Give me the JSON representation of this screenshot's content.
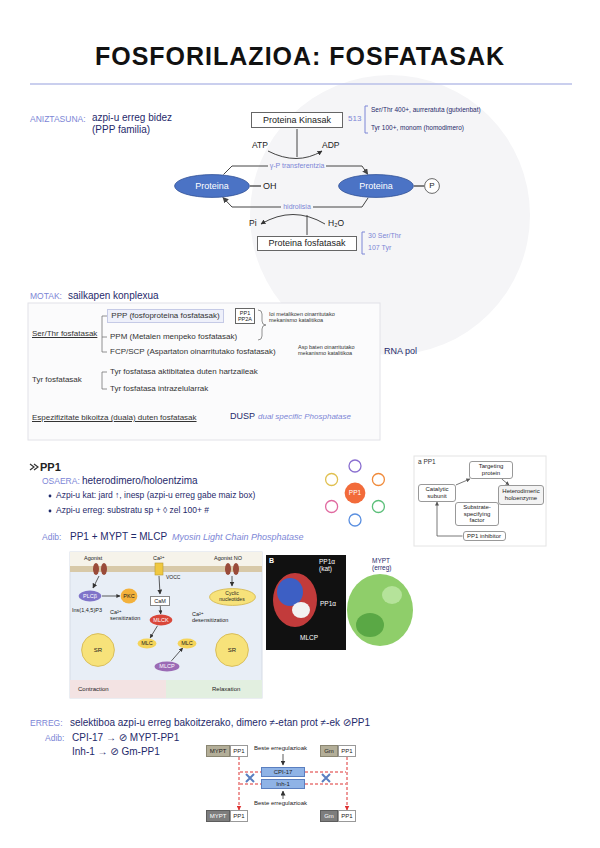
{
  "diagram": {
    "title": "FOSFORILAZIOA: FOSFATASAK",
    "nodes": [
      {
        "text": [
          "Proteina Kinasak"
        ]
      },
      {
        "text": [
          "Proteina"
        ]
      },
      {
        "text": [
          "Proteina"
        ]
      },
      {
        "text": [
          "P"
        ]
      },
      {
        "text": [
          "Proteina fosfatasak"
        ]
      },
      {
        "text": [
          "PPP (fosfoproteina fosfatasak)"
        ]
      },
      {
        "text": [
          "PP1 PP2A"
        ]
      },
      {
        "text": [
          "PP1"
        ]
      },
      {
        "text": [
          "Targeting protein"
        ]
      },
      {
        "text": [
          "Heterodimeric holoenzyme"
        ]
      },
      {
        "text": [
          "Catalytic subunit"
        ]
      },
      {
        "text": [
          "Substrate-specifying factor"
        ]
      },
      {
        "text": [
          "PP1 inhibitor"
        ]
      },
      {
        "text": [
          "PLCβ"
        ]
      },
      {
        "text": [
          "PKC"
        ]
      },
      {
        "text": [
          "CaM"
        ]
      },
      {
        "text": [
          "MLCK"
        ]
      },
      {
        "text": [
          "SR"
        ]
      },
      {
        "text": [
          "MLC"
        ]
      },
      {
        "text": [
          "MLC"
        ]
      },
      {
        "text": [
          "MLCP"
        ]
      },
      {
        "text": [
          "Cyclic nucleotides"
        ]
      },
      {
        "text": [
          "SR"
        ]
      },
      {
        "text": [
          "MYPT"
        ]
      },
      {
        "text": [
          "PP1"
        ]
      },
      {
        "text": [
          "Gm"
        ]
      },
      {
        "text": [
          "PP1"
        ]
      },
      {
        "text": [
          "CPI-17"
        ]
      },
      {
        "text": [
          "Inh-1"
        ]
      },
      {
        "text": [
          "MYPT"
        ]
      },
      {
        "text": [
          "PP1"
        ]
      },
      {
        "text": [
          "Gm"
        ]
      },
      {
        "text": [
          "PP1"
        ]
      }
    ],
    "edges": [
      {
        "from": 1,
        "to": 2,
        "arrow": "to",
        "label": "γ-P transferentzia"
      },
      {
        "from": 2,
        "to": 1,
        "arrow": "to",
        "label": "hidrolisia"
      },
      {
        "from": 2,
        "to": 3,
        "arrow": "none"
      },
      {
        "from": 10,
        "to": 8,
        "arrow": "to"
      },
      {
        "from": 8,
        "to": 9,
        "arrow": "to"
      },
      {
        "from": 9,
        "to": 11,
        "arrow": "to"
      },
      {
        "from": 12,
        "to": 10,
        "arrow": "to"
      },
      {
        "from": 13,
        "to": 14,
        "arrow": "to"
      },
      {
        "from": 15,
        "to": 16,
        "arrow": "to"
      },
      {
        "from": 16,
        "to": 18,
        "arrow": "to"
      },
      {
        "from": 20,
        "to": 19,
        "arrow": "to"
      },
      {
        "from": 24,
        "to": 30,
        "arrow": "to"
      },
      {
        "from": 26,
        "to": 32,
        "arrow": "to"
      }
    ],
    "labels": [
      "ANIZTASUNA:",
      "azpi-u erreg bidez (PPP familia)",
      "513",
      "Ser/Thr 400+, aurreratuta (gutxienbat)",
      "Tyr 100+, monom (homodimero)",
      "ATP",
      "ADP",
      "OH",
      "Pi",
      "H₂O",
      "30 Ser/Thr",
      "107 Tyr",
      "MOTAK:",
      "sailkapen konplexua",
      "Ser/Thr fosfatasak",
      "Ioi metalikoen oinarritutako mekanismo katalitikoa",
      "PPM (Metalen menpeko fosfatasak)",
      "FCP/SCP (Aspartaton oinarritutako fosfatasak)",
      "Asp baten oinarritutako mekanismo katalitikoa",
      "RNA pol",
      "Tyr fosfatasak",
      "Tyr fosfatasa aktibitatea duten hartzaileak",
      "Tyr fosfatasa intrazelularrak",
      "Espezifizitate bikoitza (duala) duten fosfatasak",
      "DUSP",
      "dual specific Phosphatase",
      "PP1",
      "a PP1",
      "OSAERA:",
      "heterodimero/holoentzima",
      "Azpi-u kat: jard ↑, inesp (azpi-u erreg gabe maiz box)",
      "Azpi-u erreg: substratu sp + ◊ zel 100+ #",
      "Adib:",
      "PP1 + MYPT = MLCP",
      "Myosin Light Chain Phosphatase",
      "Agonist",
      "Ca²⁺",
      "Agonist NO",
      "VOCC",
      "Ins(1,4,5)P3",
      "Ca²⁺ sensitization",
      "Ca²⁺ desensitization",
      "Contraction",
      "Relaxation",
      "B",
      "PP1α (kat)",
      "MYPT (erreg)",
      "PP1α",
      "MLCP",
      "ERREG:",
      "selektiboa azpi-u erreg bakoitzerako, dimero ≠-etan prot ≠-ek ⊘PP1",
      "Adib:",
      "CPI-17 → ⊘ MYPT-PP1",
      "Inh-1 → ⊘ Gm-PP1",
      "Beste erregulazioak",
      "Beste erregulazioak"
    ]
  }
}
